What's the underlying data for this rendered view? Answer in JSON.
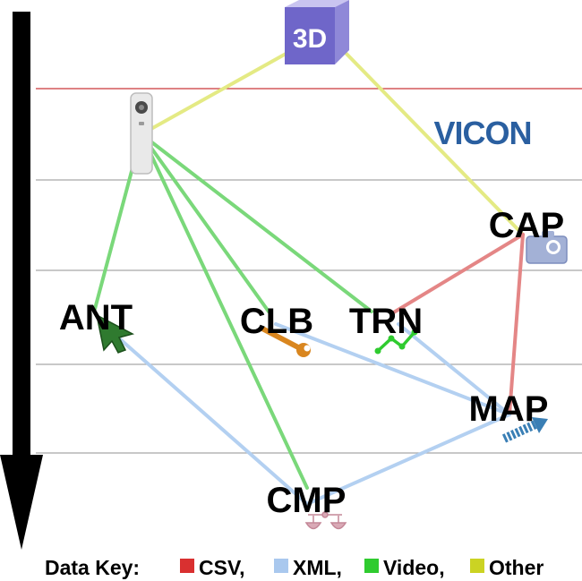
{
  "diagram": {
    "nodes": {
      "top_logo": "3D",
      "vicon_logo": "VICON",
      "cap": "CAP",
      "ant": "ANT",
      "clb": "CLB",
      "trn": "TRN",
      "map": "MAP",
      "cmp": "CMP"
    },
    "legend": {
      "title": "Data Key:",
      "items": [
        {
          "label": "CSV,",
          "color": "#d93030"
        },
        {
          "label": "XML,",
          "color": "#a9c8ee"
        },
        {
          "label": "Video,",
          "color": "#2fcb2f"
        },
        {
          "label": "Other",
          "color": "#cbd323"
        }
      ]
    },
    "edge_colors": {
      "csv": "#e48686",
      "xml": "#b3d0f1",
      "video": "#7ad87a",
      "other": "#e4ea84"
    },
    "accent_line_color": "#cc2b2b"
  }
}
